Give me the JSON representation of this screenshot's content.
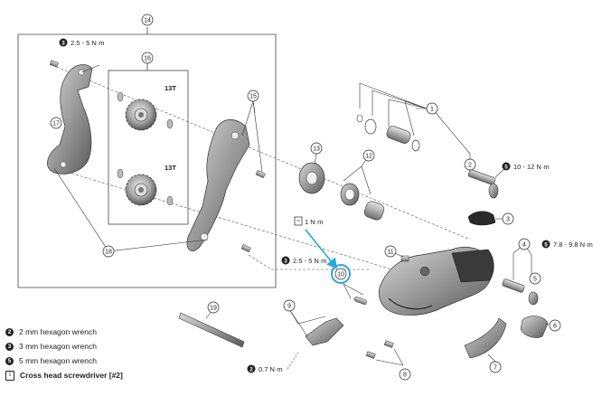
{
  "callouts": {
    "c1": "1",
    "c2": "2",
    "c3": "3",
    "c4": "4",
    "c5": "5",
    "c6": "6",
    "c7": "7",
    "c8": "8",
    "c9": "9",
    "c10": "10",
    "c11": "11",
    "c12": "12",
    "c13": "13",
    "c14": "14",
    "c15": "15",
    "c16": "16",
    "c17": "17",
    "c18": "18",
    "c19": "19"
  },
  "pulley_labels": {
    "top": "13T",
    "bottom": "13T"
  },
  "torques": {
    "t_top_left": {
      "tool": "3",
      "text": "2.5 - 5 N·m"
    },
    "t_mid": {
      "tool": "3",
      "text": "2.5 - 5 N·m"
    },
    "t_screw": {
      "tool": "screwdriver",
      "text": "1 N·m"
    },
    "t_right_top": {
      "tool": "5",
      "text": "10 - 12 N·m"
    },
    "t_right_mid": {
      "tool": "5",
      "text": "7.8 - 9.8 N·m"
    },
    "t_bottom": {
      "tool": "2",
      "text": "0.7 N·m"
    }
  },
  "legend": [
    {
      "badge": "2",
      "text": "2 mm hexagon wrench"
    },
    {
      "badge": "3",
      "text": "3 mm hexagon wrench"
    },
    {
      "badge": "5",
      "text": "5 mm hexagon wrench"
    },
    {
      "badge": "#",
      "text": "Cross head screwdriver [#2]"
    }
  ],
  "highlight_color": "#2aa7d8"
}
